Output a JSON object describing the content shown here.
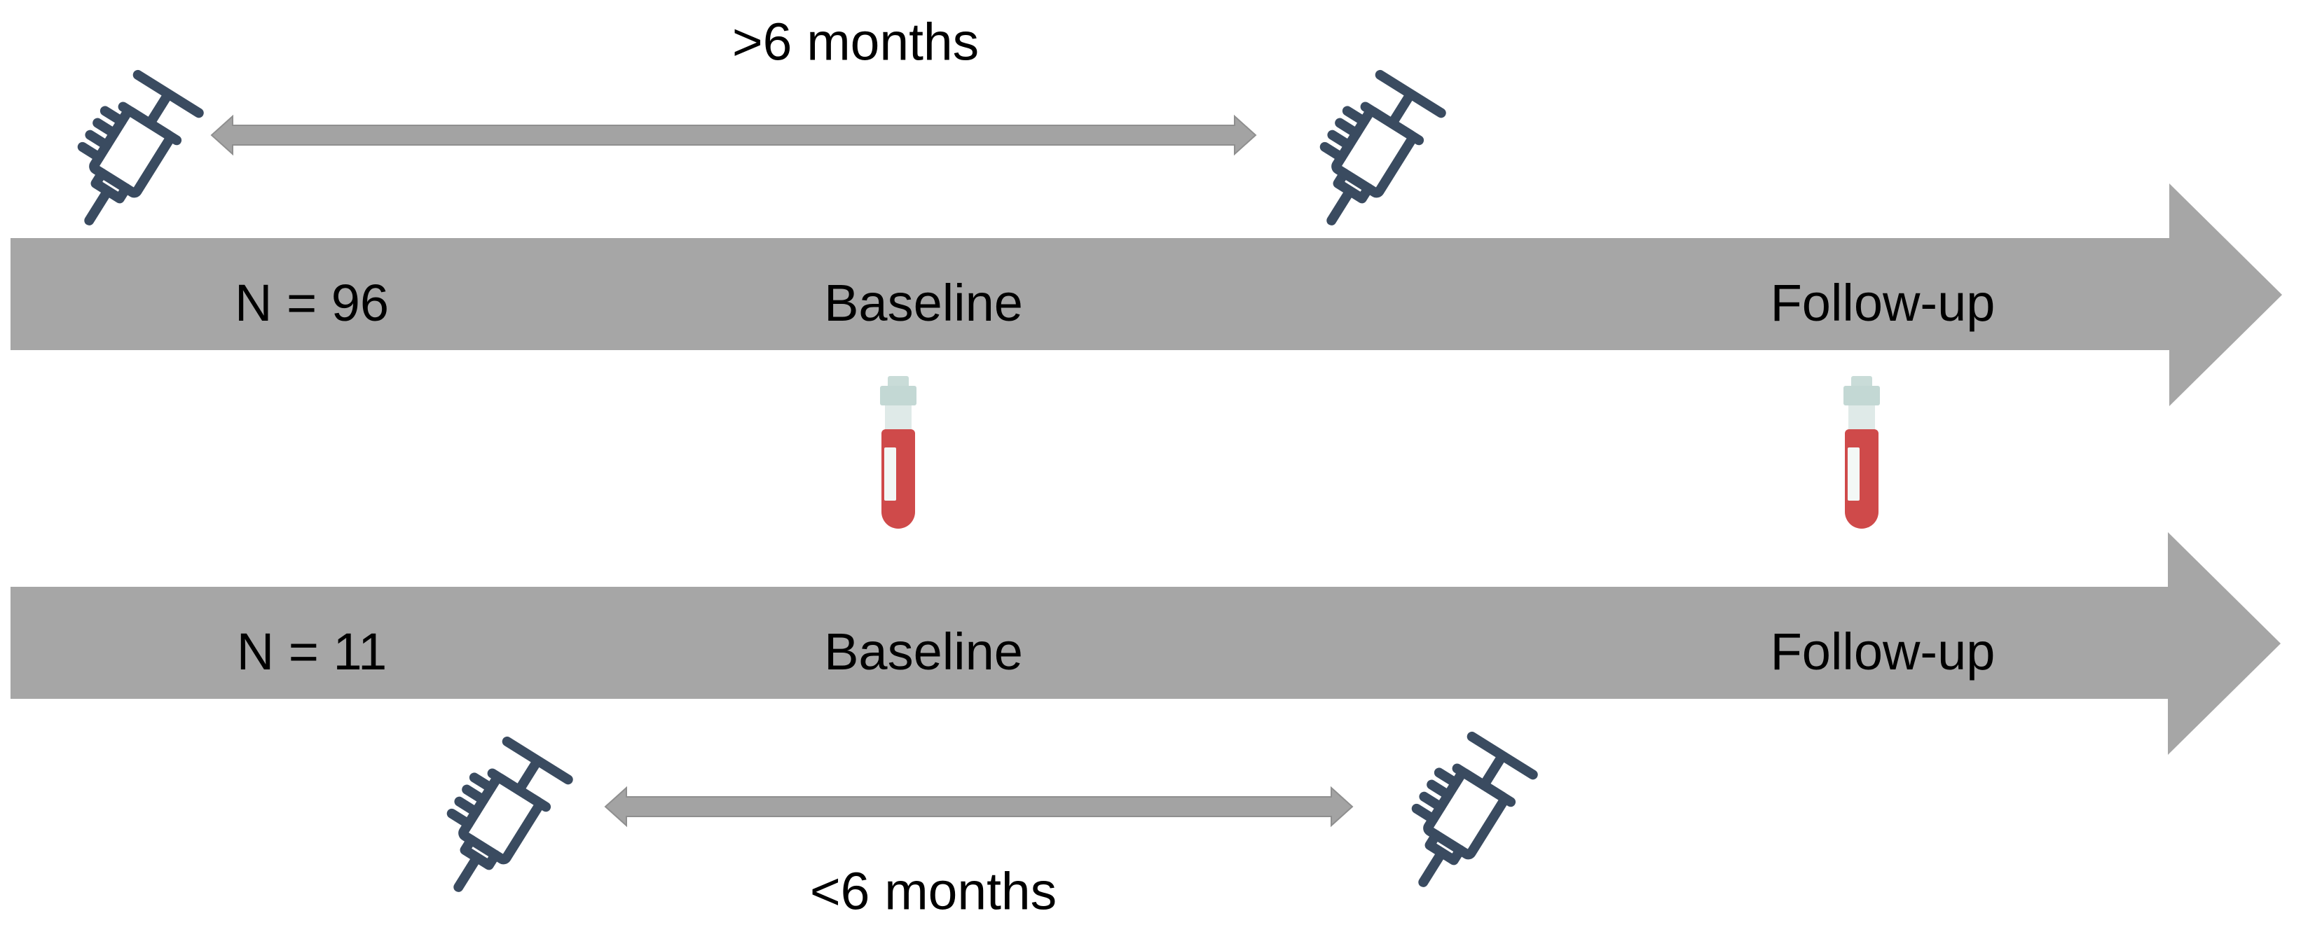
{
  "figure": {
    "top_interval_label": ">6 months",
    "bottom_interval_label": "<6 months",
    "rows": [
      {
        "n": "N = 96",
        "baseline": "Baseline",
        "followup": "Follow-up"
      },
      {
        "n": "N = 11",
        "baseline": "Baseline",
        "followup": "Follow-up"
      }
    ],
    "icons": {
      "syringe": "syringe-icon",
      "blood_tube": "blood-tube-icon"
    },
    "colors": {
      "timeline_arrow": "#a6a6a6",
      "interval_arrow_fill": "#a3a3a3",
      "interval_arrow_stroke": "#8f8f8f",
      "syringe": "#3a4b60",
      "tube_blood": "#cf4a4a",
      "tube_cap": "#c6dad6",
      "tube_label_strip": "#f3f8f6",
      "text": "#000000",
      "background": "#ffffff"
    }
  }
}
